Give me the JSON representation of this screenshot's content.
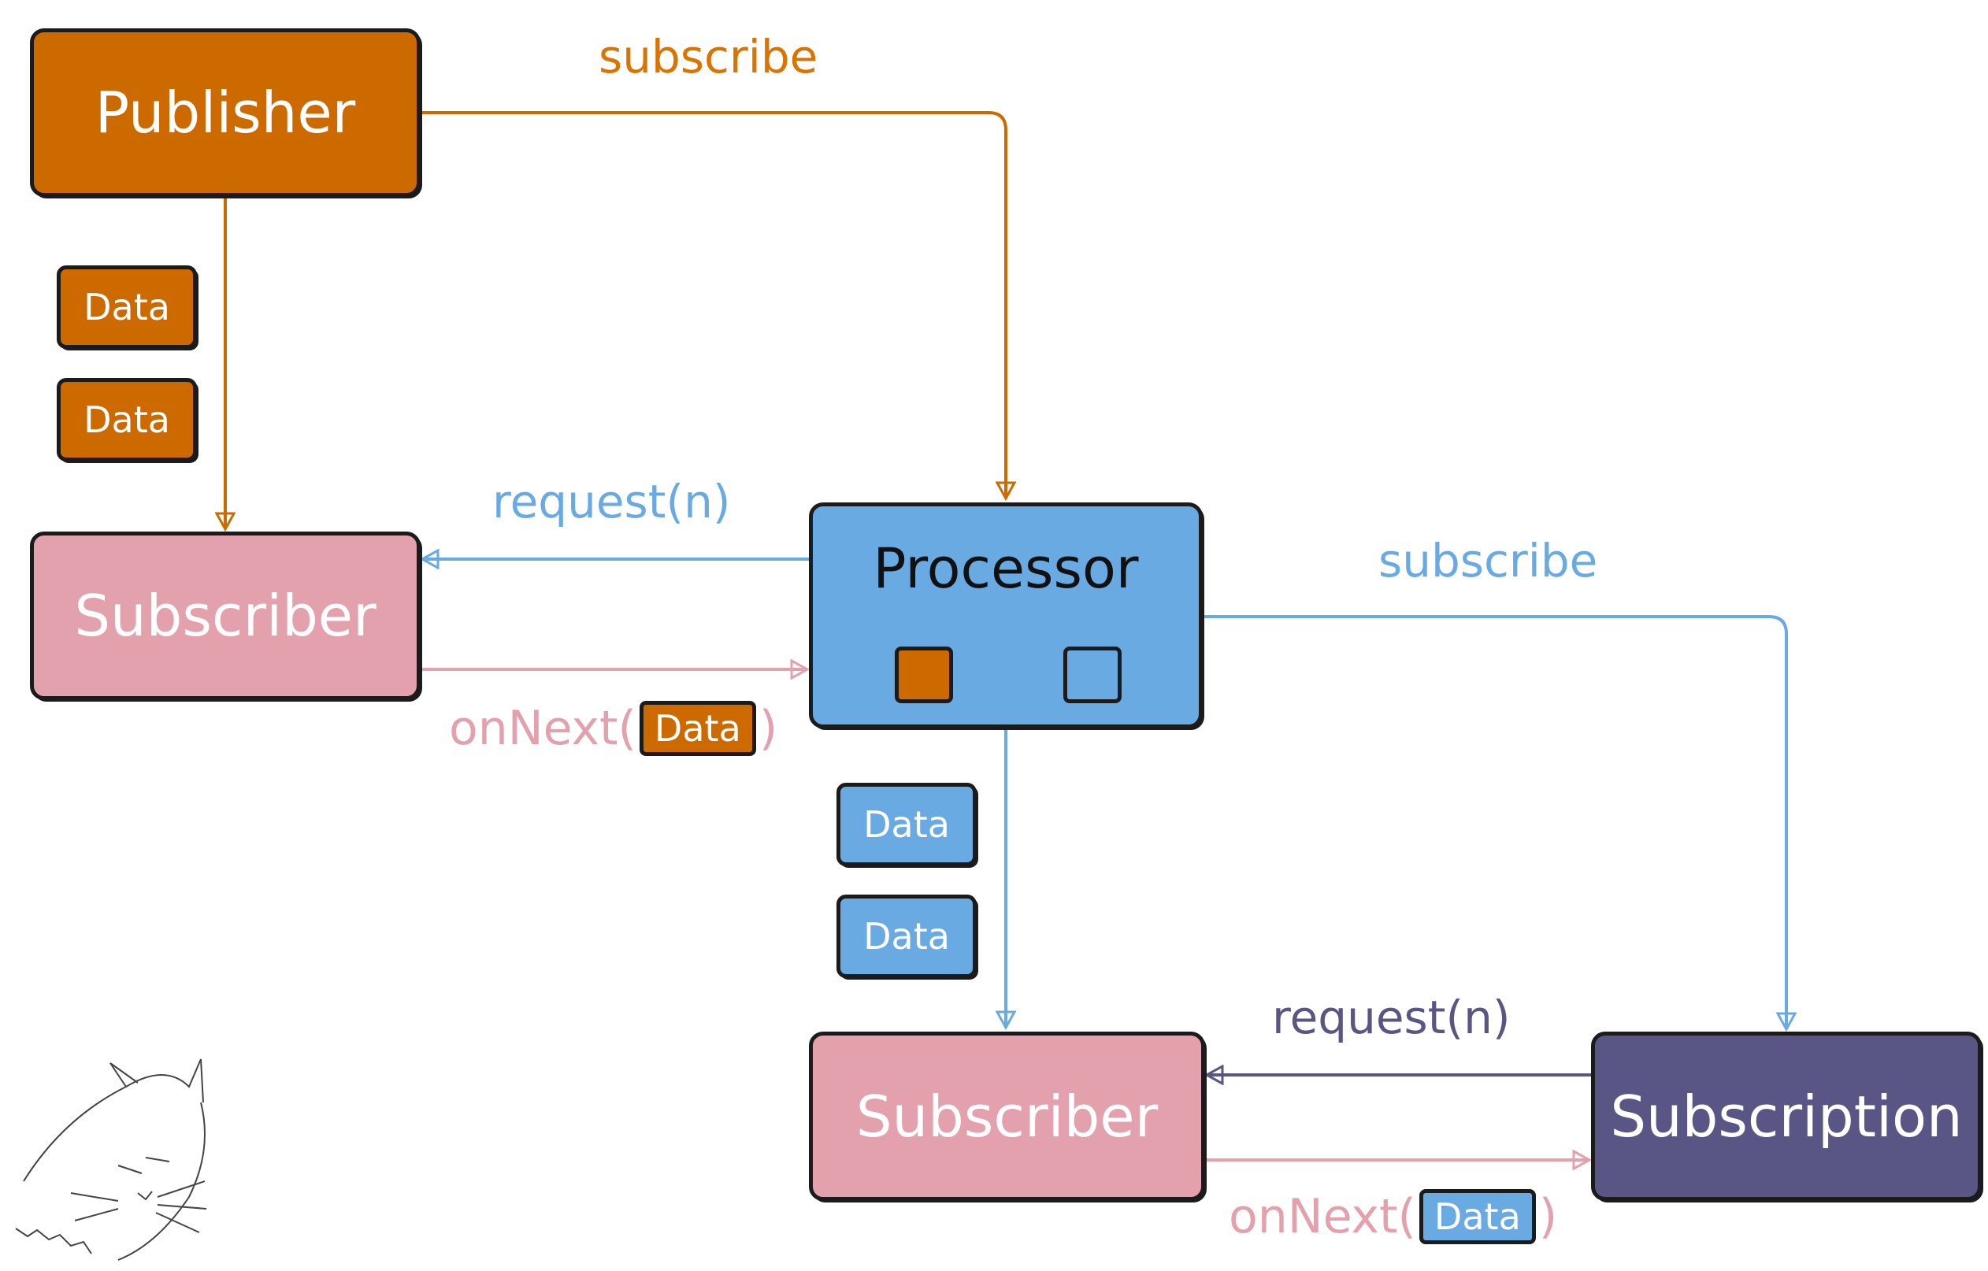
{
  "diagram": {
    "publisher": {
      "label": "Publisher"
    },
    "subscriber_top": {
      "label": "Subscriber"
    },
    "processor": {
      "label": "Processor"
    },
    "subscriber_bottom": {
      "label": "Subscriber"
    },
    "subscription": {
      "label": "Subscription"
    },
    "data_items": [
      "Data",
      "Data",
      "Data",
      "Data"
    ],
    "edges": {
      "publisher_subscribe": "subscribe",
      "processor_request": "request(n)",
      "subscriber_onnext_prefix": "onNext(",
      "subscriber_onnext_data": "Data",
      "subscriber_onnext_suffix": ")",
      "processor_subscribe": "subscribe",
      "subscription_request": "request(n)",
      "bottom_onnext_prefix": "onNext(",
      "bottom_onnext_data": "Data",
      "bottom_onnext_suffix": ")"
    },
    "colors": {
      "publisher": "#cc6a00",
      "subscriber": "#e3a1ad",
      "processor": "#6aaae3",
      "subscription": "#595686",
      "internal_arrow": "#e0202a"
    }
  }
}
